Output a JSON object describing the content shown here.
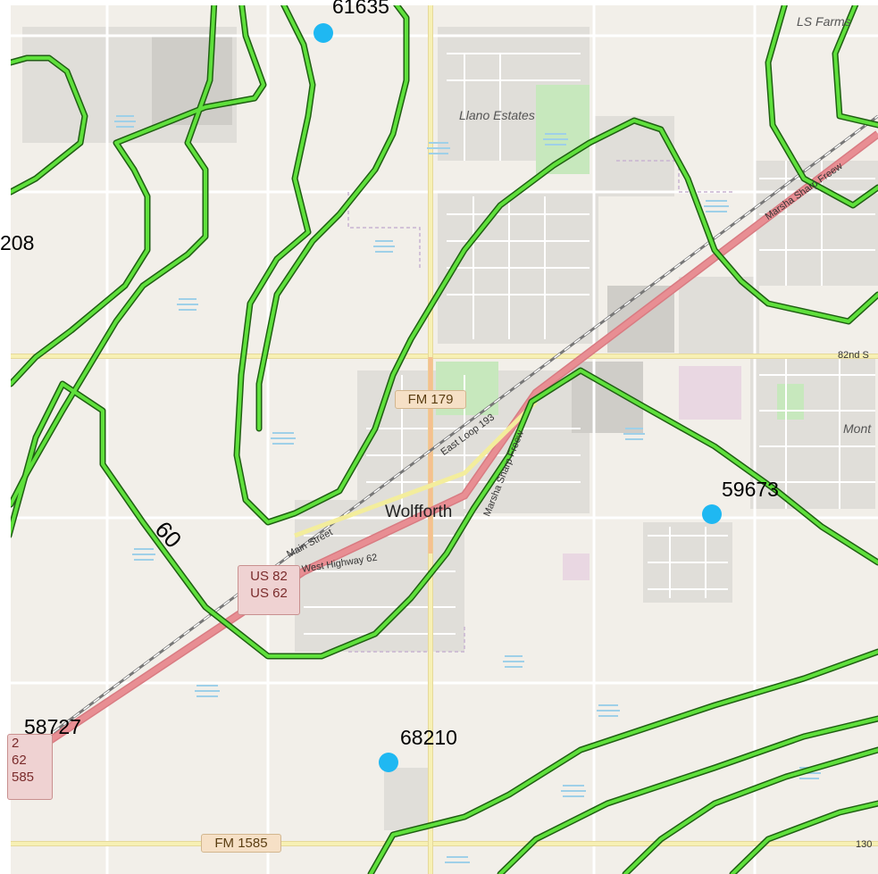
{
  "map": {
    "places": [
      {
        "id": "ls-farms",
        "text": "LS Farms"
      },
      {
        "id": "llano-estates",
        "text": "Llano Estates"
      },
      {
        "id": "wolfforth",
        "text": "Wolfforth"
      },
      {
        "id": "mont",
        "text": "Mont"
      }
    ],
    "roads": [
      {
        "id": "fm179",
        "text": "FM 179"
      },
      {
        "id": "fm1585",
        "text": "FM 1585"
      },
      {
        "id": "us82-us62",
        "line1": "US 82",
        "line2": "US 62"
      },
      {
        "id": "corner-shield",
        "line1": "2",
        "line2": "62",
        "line3": "585"
      },
      {
        "id": "marsha-sharp-1",
        "text": "Marsha Sharp Freew"
      },
      {
        "id": "marsha-sharp-2",
        "text": "Marsha Sharp Freew"
      },
      {
        "id": "east-loop",
        "text": "East Loop 193"
      },
      {
        "id": "main-street",
        "text": "Main Street"
      },
      {
        "id": "west-hwy",
        "text": "West Highway 62"
      },
      {
        "id": "82nd",
        "text": "82nd S"
      },
      {
        "id": "130th",
        "text": "130"
      }
    ],
    "contour_label": "60",
    "stations": [
      {
        "id": "61635",
        "label": "61635"
      },
      {
        "id": "59673",
        "label": "59673"
      },
      {
        "id": "58727",
        "label": "58727"
      },
      {
        "id": "68210",
        "label": "68210"
      },
      {
        "id": "208",
        "label": "208"
      }
    ],
    "colors": {
      "contour": "#5fe03c",
      "contour_outline": "#1f5f12",
      "station": "#1fb8f2",
      "highway": "#e88e93",
      "major_road": "#f7f0b4",
      "land": "#f2efe9"
    }
  }
}
